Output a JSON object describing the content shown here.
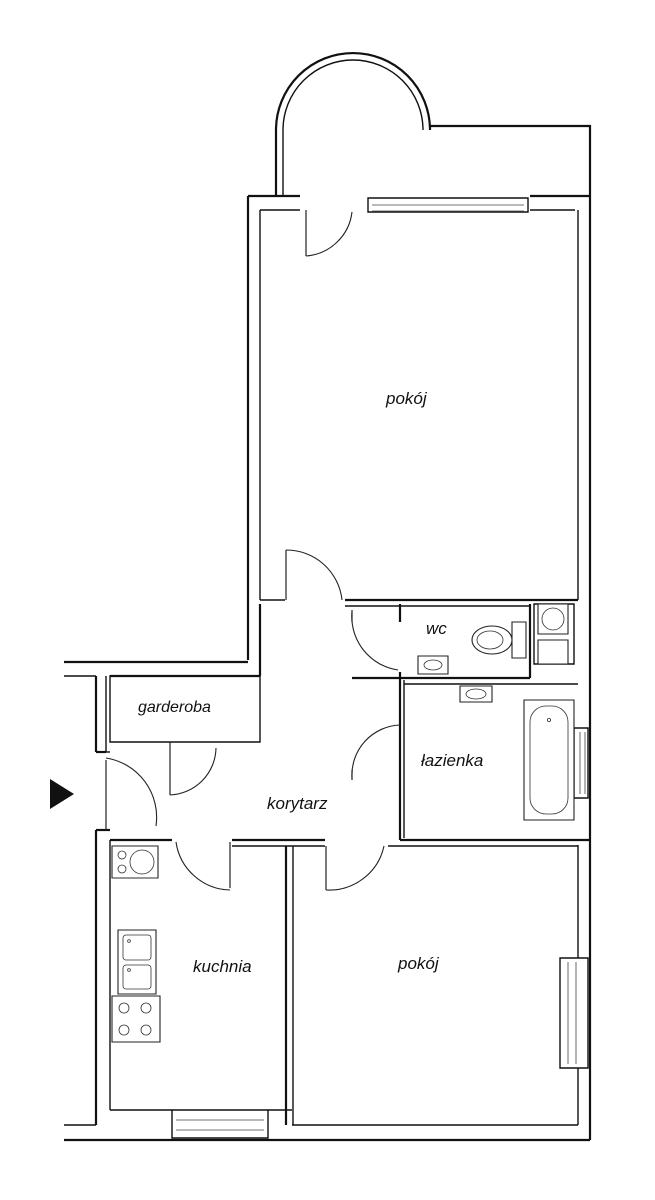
{
  "plan": {
    "rooms": {
      "living_room_top": "pokój",
      "wc": "wc",
      "wardrobe": "garderoba",
      "bathroom": "łazienka",
      "corridor": "korytarz",
      "kitchen": "kuchnia",
      "living_room_bottom": "pokój"
    },
    "entrance_icon": "triangle-arrow-right",
    "line_color": "#111111",
    "background": "#ffffff"
  }
}
